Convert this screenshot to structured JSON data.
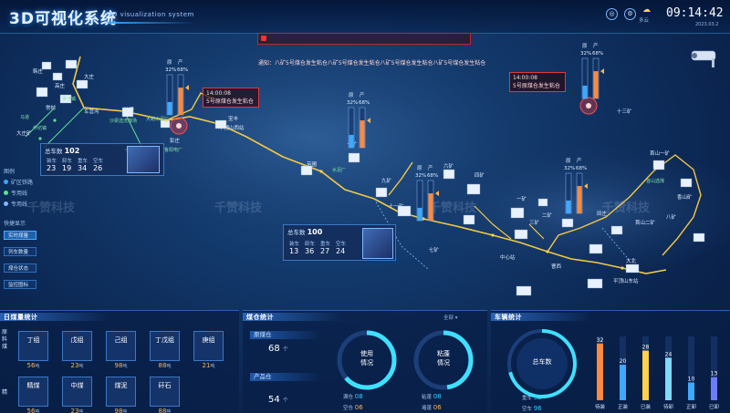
{
  "header": {
    "title": "3D可视化系统",
    "subtitle": "3D visualization system",
    "time": "09:14:42",
    "weather_label": "多云",
    "date": "2023.03.2"
  },
  "notice": {
    "text": "通知：八矿5号煤仓发生粘仓八矿5号煤仓发生粘仓八矿5号煤仓发生粘仓八矿5号煤仓发生粘仓"
  },
  "map": {
    "watermark": "千赞科技",
    "places": [
      "韩庄",
      "大庄",
      "高庄",
      "梁洼镇",
      "马道",
      "大庄矿",
      "军营沟",
      "常村",
      "作坊镇",
      "沙梁",
      "沙梁选洗煤场",
      "鲁阳电厂",
      "彭庄",
      "大峪水泥厂",
      "宝丰",
      "平顶山西站",
      "苗圃",
      "十矿",
      "十一矿",
      "九矿",
      "水泥厂",
      "七矿",
      "六矿",
      "四矿",
      "一矿",
      "二矿",
      "三矿",
      "中心站",
      "曹西",
      "田庄",
      "八矿",
      "十三矿",
      "首山一矿",
      "首山选煤",
      "首山二矿",
      "平顶山东站",
      "香山矿",
      "大北"
    ],
    "small_labels": {
      "yuan": "原",
      "chan": "产"
    }
  },
  "alerts": [
    {
      "time": "14:00:08",
      "text": "5号原煤仓发生粘仓"
    },
    {
      "time": "14:00:08",
      "text": "5号原煤仓发生粘仓"
    }
  ],
  "silos": [
    {
      "yuan_pct": "32%",
      "chan_pct": "68%"
    },
    {
      "yuan_pct": "32%",
      "chan_pct": "68%"
    },
    {
      "yuan_pct": "32%",
      "chan_pct": "68%"
    },
    {
      "yuan_pct": "32%",
      "chan_pct": "68%"
    },
    {
      "yuan_pct": "32%",
      "chan_pct": "68%"
    }
  ],
  "silo_levels": [
    {
      "yuan": 0.32,
      "chan": 0.68
    },
    {
      "yuan": 0.32,
      "chan": 0.68
    },
    {
      "yuan": 0.32,
      "chan": 0.68
    },
    {
      "yuan": 0.32,
      "chan": 0.68
    },
    {
      "yuan": 0.32,
      "chan": 0.68
    }
  ],
  "info_boxes": [
    {
      "title": "总车数",
      "total": "102",
      "labels": [
        "装车",
        "卸车",
        "重车",
        "空车"
      ],
      "values": [
        "23",
        "19",
        "34",
        "26"
      ]
    },
    {
      "title": "总车数",
      "total": "100",
      "labels": [
        "装车",
        "卸车",
        "重车",
        "空车"
      ],
      "values": [
        "13",
        "36",
        "27",
        "24"
      ]
    }
  ],
  "legend": {
    "title": "图例",
    "items": [
      "矿区铁路",
      "专用线",
      "专用线"
    ]
  },
  "quick": {
    "title": "快捷显示",
    "buttons": [
      "实时煤量",
      "列车数量",
      "煤仓状态",
      "监控图标"
    ]
  },
  "panel1": {
    "title": "日煤量统计",
    "side_label": "原料煤",
    "side_label2": "精",
    "cards": [
      {
        "name": "丁组",
        "value": "56"
      },
      {
        "name": "戊组",
        "value": "23"
      },
      {
        "name": "己组",
        "value": "98"
      },
      {
        "name": "丁戊组",
        "value": "88"
      },
      {
        "name": "庚组",
        "value": "21"
      },
      {
        "name": "精煤",
        "value": "56"
      },
      {
        "name": "中煤",
        "value": "23"
      },
      {
        "name": "煤泥",
        "value": "98"
      },
      {
        "name": "矸石",
        "value": "88"
      }
    ],
    "unit": "吨"
  },
  "panel2": {
    "title": "煤仓统计",
    "all_label": "全部",
    "storage": [
      {
        "name": "原煤仓",
        "value": "68",
        "unit": "个"
      },
      {
        "name": "产品仓",
        "value": "54",
        "unit": "个"
      }
    ],
    "rings": [
      {
        "name": "使用\n情况",
        "rows": [
          {
            "k": "满仓",
            "v": "08"
          },
          {
            "k": "空仓",
            "v": "06"
          }
        ]
      },
      {
        "name": "粘蓬\n情况",
        "rows": [
          {
            "k": "粘蓬",
            "v": "08"
          },
          {
            "k": "堵蓬",
            "v": "06"
          }
        ]
      }
    ]
  },
  "panel3": {
    "title": "车辆统计",
    "center_label": "总车数",
    "rows": [
      {
        "k": "重车",
        "v": "32"
      },
      {
        "k": "空车",
        "v": "96"
      }
    ]
  },
  "chart_data": {
    "type": "bar",
    "categories": [
      "待装",
      "正装",
      "已装",
      "待卸",
      "正卸",
      "已卸"
    ],
    "values": [
      32,
      20,
      28,
      24,
      10,
      13
    ],
    "colors": [
      "#ff8a3d",
      "#3fa8ff",
      "#ffd24d",
      "#7fd9ff",
      "#3fa8ff",
      "#6c7cff"
    ],
    "title": "",
    "xlabel": "",
    "ylabel": "",
    "ylim": [
      0,
      36
    ]
  }
}
